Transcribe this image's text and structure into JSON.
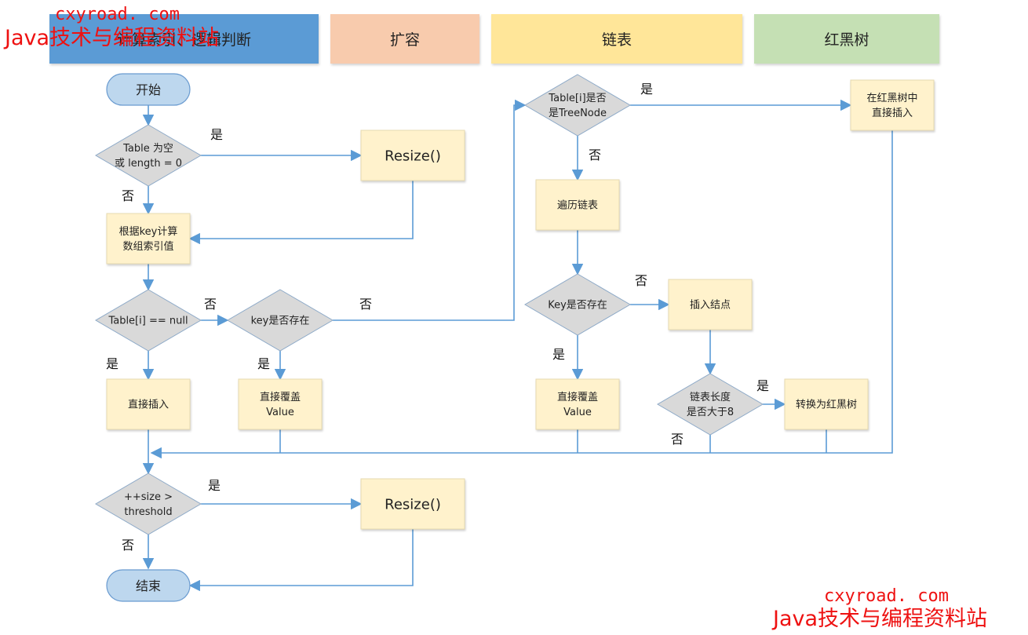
{
  "colors": {
    "line": "#5b9bd5",
    "decision_fill": "#d9d9d9",
    "decision_stroke": "#8eaac8",
    "process_fill": "#fff2cc",
    "process_stroke": "#e6d9b0",
    "terminal_fill": "#bdd7ee",
    "terminal_stroke": "#6a9bd0",
    "watermark": "#ee1111"
  },
  "lanes": [
    {
      "id": "index",
      "label": "计算索引、逻辑判断",
      "color": "#5b9bd5"
    },
    {
      "id": "resize",
      "label": "扩容",
      "color": "#f8cbad"
    },
    {
      "id": "linked",
      "label": "链表",
      "color": "#ffe699"
    },
    {
      "id": "rbtree",
      "label": "红黑树",
      "color": "#c5e0b4"
    }
  ],
  "nodes": {
    "start": {
      "type": "terminal",
      "lines": [
        "开始"
      ]
    },
    "table_empty": {
      "type": "decision",
      "lines": [
        "Table 为空",
        "或 length = 0"
      ]
    },
    "resize1": {
      "type": "process",
      "lines": [
        "Resize()"
      ]
    },
    "calc_index": {
      "type": "process",
      "lines": [
        "根据key计算",
        "数组索引值"
      ]
    },
    "slot_null": {
      "type": "decision",
      "lines": [
        "Table[i] == null"
      ]
    },
    "key_exists": {
      "type": "decision",
      "lines": [
        "key是否存在"
      ]
    },
    "direct_insert": {
      "type": "process",
      "lines": [
        "直接插入"
      ]
    },
    "overwrite1": {
      "type": "process",
      "lines": [
        "直接覆盖",
        "Value"
      ]
    },
    "is_treenode": {
      "type": "decision",
      "lines": [
        "Table[i]是否",
        "是TreeNode"
      ]
    },
    "tree_insert": {
      "type": "process",
      "lines": [
        "在红黑树中",
        "直接插入"
      ]
    },
    "traverse": {
      "type": "process",
      "lines": [
        "遍历链表"
      ]
    },
    "key_exists2": {
      "type": "decision",
      "lines": [
        "Key是否存在"
      ]
    },
    "insert_node": {
      "type": "process",
      "lines": [
        "插入结点"
      ]
    },
    "overwrite2": {
      "type": "process",
      "lines": [
        "直接覆盖",
        "Value"
      ]
    },
    "len_gt8": {
      "type": "decision",
      "lines": [
        "链表长度",
        "是否大于8"
      ]
    },
    "to_tree": {
      "type": "process",
      "lines": [
        "转换为红黑树"
      ]
    },
    "size_check": {
      "type": "decision",
      "lines": [
        "++size >",
        "threshold"
      ]
    },
    "resize2": {
      "type": "process",
      "lines": [
        "Resize()"
      ]
    },
    "end": {
      "type": "terminal",
      "lines": [
        "结束"
      ]
    }
  },
  "edge_labels": {
    "yes": "是",
    "no": "否"
  },
  "watermarks": [
    {
      "url": "cxyroad. com",
      "title": "Java技术与编程资料站"
    },
    {
      "url": "cxyroad. com",
      "title": "Java技术与编程资料站"
    }
  ]
}
